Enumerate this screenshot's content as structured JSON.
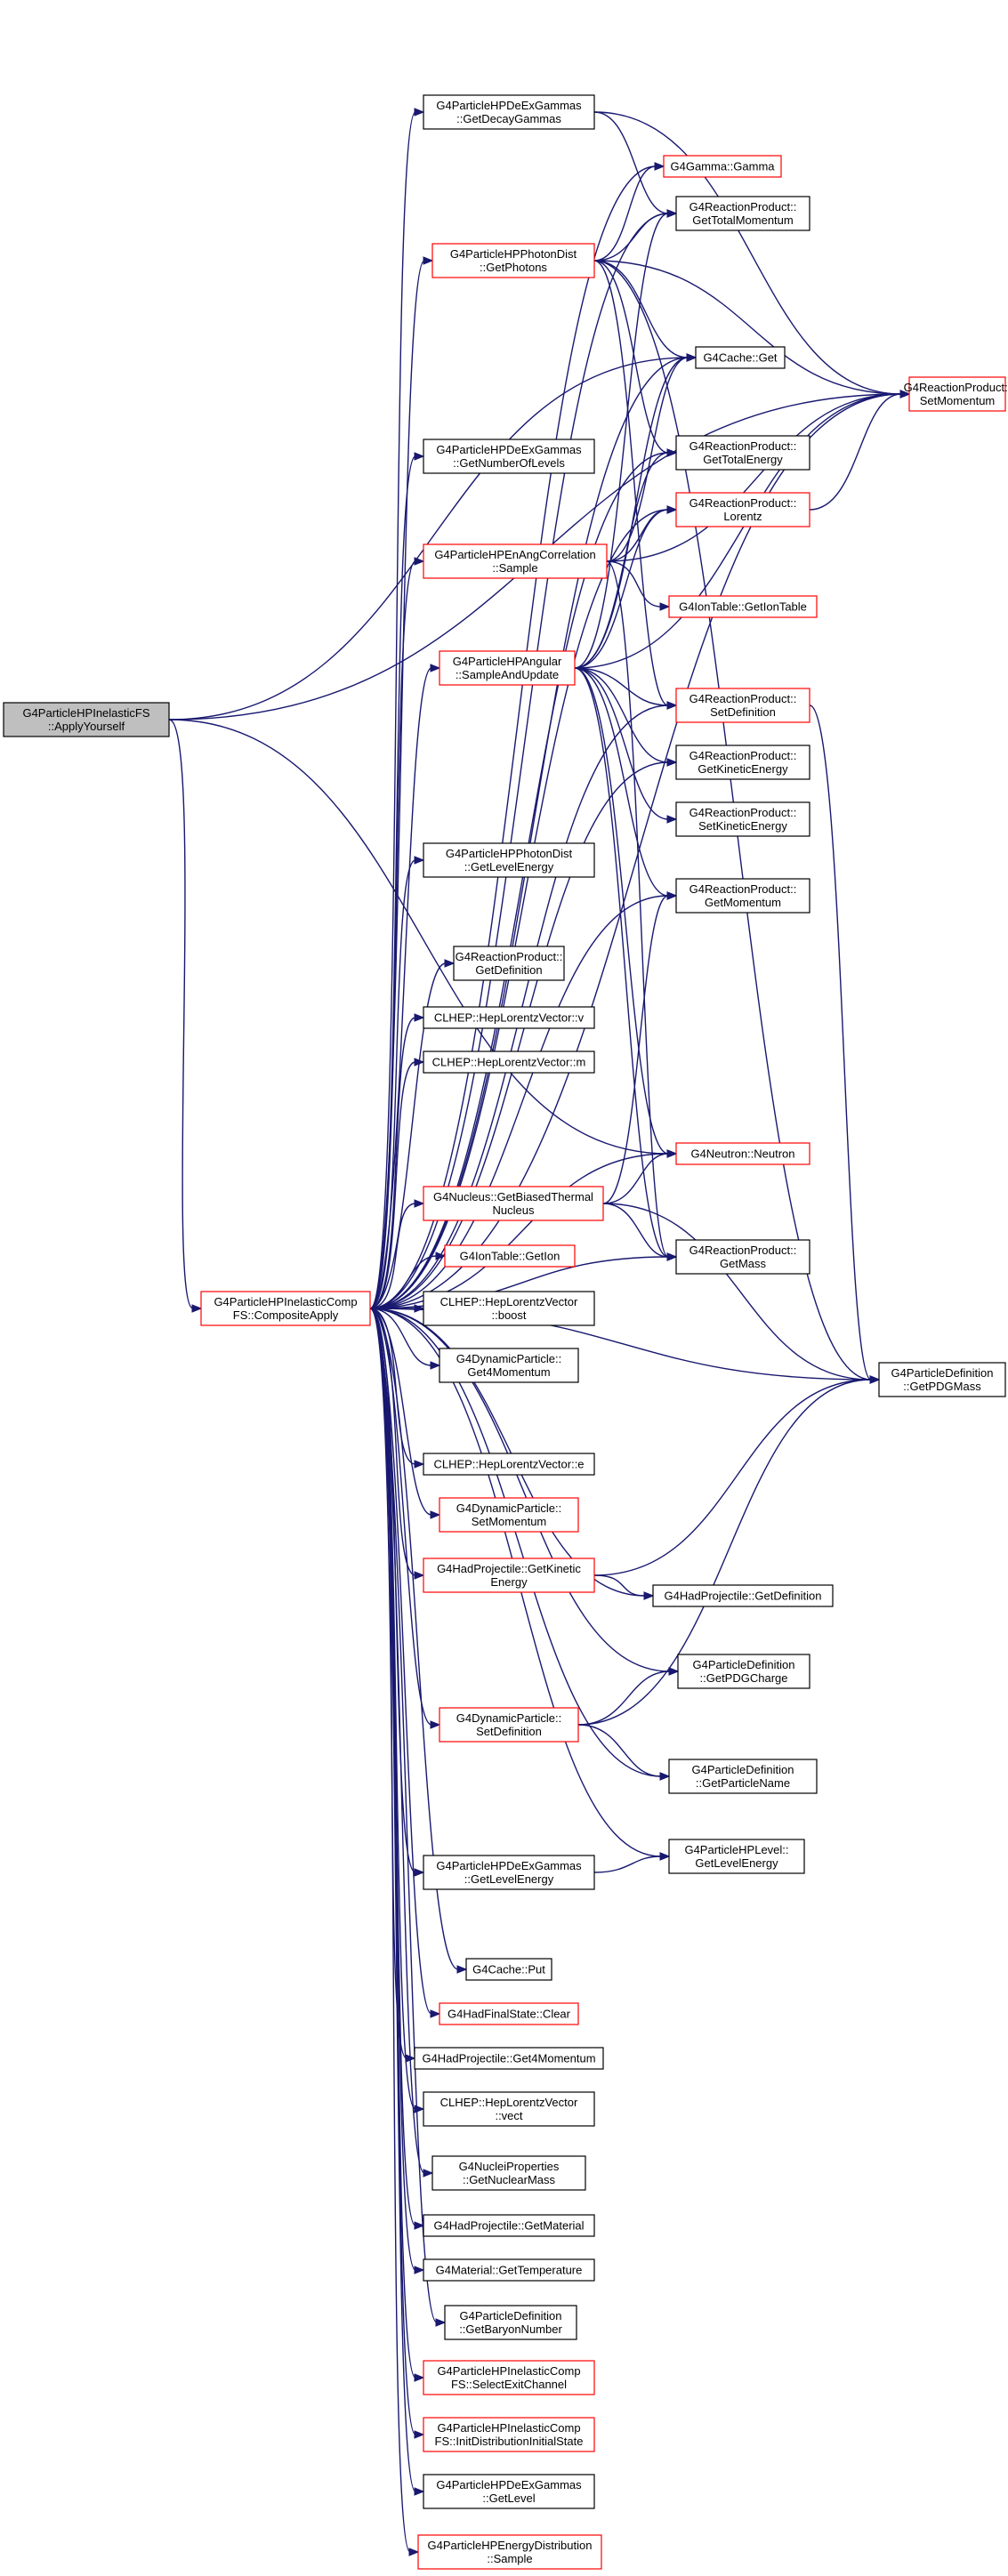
{
  "graph": {
    "nodes": [
      {
        "id": "apply",
        "lines": [
          "G4ParticleHPInelasticFS",
          "::ApplyYourself"
        ],
        "style": "root"
      },
      {
        "id": "composite",
        "lines": [
          "G4ParticleHPInelasticComp",
          "FS::CompositeApply"
        ],
        "style": "red"
      },
      {
        "id": "getDecayGammas",
        "lines": [
          "G4ParticleHPDeExGammas",
          "::GetDecayGammas"
        ],
        "style": "black"
      },
      {
        "id": "gamma",
        "lines": [
          "G4Gamma::Gamma"
        ],
        "style": "red"
      },
      {
        "id": "rpGetTotalMomentum",
        "lines": [
          "G4ReactionProduct::",
          "GetTotalMomentum"
        ],
        "style": "black"
      },
      {
        "id": "photonGetPhotons",
        "lines": [
          "G4ParticleHPPhotonDist",
          "::GetPhotons"
        ],
        "style": "red"
      },
      {
        "id": "rpSetMomentum",
        "lines": [
          "G4ReactionProduct::",
          "SetMomentum"
        ],
        "style": "red"
      },
      {
        "id": "cacheGet",
        "lines": [
          "G4Cache::Get"
        ],
        "style": "black"
      },
      {
        "id": "getNumberOfLevels",
        "lines": [
          "G4ParticleHPDeExGammas",
          "::GetNumberOfLevels"
        ],
        "style": "black"
      },
      {
        "id": "rpGetTotalEnergy",
        "lines": [
          "G4ReactionProduct::",
          "GetTotalEnergy"
        ],
        "style": "black"
      },
      {
        "id": "rpLorentz",
        "lines": [
          "G4ReactionProduct::",
          "Lorentz"
        ],
        "style": "red"
      },
      {
        "id": "enAngSample",
        "lines": [
          "G4ParticleHPEnAngCorrelation",
          "::Sample"
        ],
        "style": "red"
      },
      {
        "id": "ionTableGet",
        "lines": [
          "G4IonTable::GetIonTable"
        ],
        "style": "red"
      },
      {
        "id": "angularSample",
        "lines": [
          "G4ParticleHPAngular",
          "::SampleAndUpdate"
        ],
        "style": "red"
      },
      {
        "id": "rpSetDefinition",
        "lines": [
          "G4ReactionProduct::",
          "SetDefinition"
        ],
        "style": "red"
      },
      {
        "id": "rpGetKineticEnergy",
        "lines": [
          "G4ReactionProduct::",
          "GetKineticEnergy"
        ],
        "style": "black"
      },
      {
        "id": "rpSetKineticEnergy",
        "lines": [
          "G4ReactionProduct::",
          "SetKineticEnergy"
        ],
        "style": "black"
      },
      {
        "id": "photonGetLevelEnergy",
        "lines": [
          "G4ParticleHPPhotonDist",
          "::GetLevelEnergy"
        ],
        "style": "black"
      },
      {
        "id": "rpGetMomentum",
        "lines": [
          "G4ReactionProduct::",
          "GetMomentum"
        ],
        "style": "black"
      },
      {
        "id": "rpGetDefinition",
        "lines": [
          "G4ReactionProduct::",
          "GetDefinition"
        ],
        "style": "black"
      },
      {
        "id": "lvV",
        "lines": [
          "CLHEP::HepLorentzVector::v"
        ],
        "style": "black"
      },
      {
        "id": "lvM",
        "lines": [
          "CLHEP::HepLorentzVector::m"
        ],
        "style": "black"
      },
      {
        "id": "neutron",
        "lines": [
          "G4Neutron::Neutron"
        ],
        "style": "red"
      },
      {
        "id": "nucleusBiased",
        "lines": [
          "G4Nucleus::GetBiasedThermal",
          "Nucleus"
        ],
        "style": "red"
      },
      {
        "id": "rpGetMass",
        "lines": [
          "G4ReactionProduct::",
          "GetMass"
        ],
        "style": "black"
      },
      {
        "id": "ionTableGetIon",
        "lines": [
          "G4IonTable::GetIon"
        ],
        "style": "red"
      },
      {
        "id": "lvBoost",
        "lines": [
          "CLHEP::HepLorentzVector",
          "::boost"
        ],
        "style": "black"
      },
      {
        "id": "dpGet4Momentum",
        "lines": [
          "G4DynamicParticle::",
          "Get4Momentum"
        ],
        "style": "black"
      },
      {
        "id": "pdGetPDGMass",
        "lines": [
          "G4ParticleDefinition",
          "::GetPDGMass"
        ],
        "style": "black"
      },
      {
        "id": "lvE",
        "lines": [
          "CLHEP::HepLorentzVector::e"
        ],
        "style": "black"
      },
      {
        "id": "dpSetMomentum",
        "lines": [
          "G4DynamicParticle::",
          "SetMomentum"
        ],
        "style": "red"
      },
      {
        "id": "hpGetKinetic",
        "lines": [
          "G4HadProjectile::GetKinetic",
          "Energy"
        ],
        "style": "red"
      },
      {
        "id": "hpGetDefinition",
        "lines": [
          "G4HadProjectile::GetDefinition"
        ],
        "style": "black"
      },
      {
        "id": "pdGetPDGCharge",
        "lines": [
          "G4ParticleDefinition",
          "::GetPDGCharge"
        ],
        "style": "black"
      },
      {
        "id": "dpSetDefinition",
        "lines": [
          "G4DynamicParticle::",
          "SetDefinition"
        ],
        "style": "red"
      },
      {
        "id": "pdGetParticleName",
        "lines": [
          "G4ParticleDefinition",
          "::GetParticleName"
        ],
        "style": "black"
      },
      {
        "id": "levelGetLevelEnergy",
        "lines": [
          "G4ParticleHPLevel::",
          "GetLevelEnergy"
        ],
        "style": "black"
      },
      {
        "id": "deexGetLevelEnergy",
        "lines": [
          "G4ParticleHPDeExGammas",
          "::GetLevelEnergy"
        ],
        "style": "black"
      },
      {
        "id": "cachePut",
        "lines": [
          "G4Cache::Put"
        ],
        "style": "black"
      },
      {
        "id": "hfsClear",
        "lines": [
          "G4HadFinalState::Clear"
        ],
        "style": "red"
      },
      {
        "id": "hpGet4Momentum",
        "lines": [
          "G4HadProjectile::Get4Momentum"
        ],
        "style": "black"
      },
      {
        "id": "lvVect",
        "lines": [
          "CLHEP::HepLorentzVector",
          "::vect"
        ],
        "style": "black"
      },
      {
        "id": "nucleiGetNuclearMass",
        "lines": [
          "G4NucleiProperties",
          "::GetNuclearMass"
        ],
        "style": "black"
      },
      {
        "id": "hpGetMaterial",
        "lines": [
          "G4HadProjectile::GetMaterial"
        ],
        "style": "black"
      },
      {
        "id": "matGetTemperature",
        "lines": [
          "G4Material::GetTemperature"
        ],
        "style": "black"
      },
      {
        "id": "pdGetBaryonNumber",
        "lines": [
          "G4ParticleDefinition",
          "::GetBaryonNumber"
        ],
        "style": "black"
      },
      {
        "id": "selectExitChannel",
        "lines": [
          "G4ParticleHPInelasticComp",
          "FS::SelectExitChannel"
        ],
        "style": "red"
      },
      {
        "id": "initDistribution",
        "lines": [
          "G4ParticleHPInelasticComp",
          "FS::InitDistributionInitialState"
        ],
        "style": "red"
      },
      {
        "id": "deexGetLevel",
        "lines": [
          "G4ParticleHPDeExGammas",
          "::GetLevel"
        ],
        "style": "black"
      },
      {
        "id": "energyDistSample",
        "lines": [
          "G4ParticleHPEnergyDistribution",
          "::Sample"
        ],
        "style": "red"
      }
    ],
    "edges": [
      [
        "apply",
        "composite"
      ],
      [
        "apply",
        "rpSetMomentum"
      ],
      [
        "apply",
        "cacheGet"
      ],
      [
        "apply",
        "neutron"
      ],
      [
        "composite",
        "getDecayGammas"
      ],
      [
        "composite",
        "gamma"
      ],
      [
        "composite",
        "rpGetTotalMomentum"
      ],
      [
        "composite",
        "photonGetPhotons"
      ],
      [
        "composite",
        "rpSetMomentum"
      ],
      [
        "composite",
        "cacheGet"
      ],
      [
        "composite",
        "getNumberOfLevels"
      ],
      [
        "composite",
        "rpGetTotalEnergy"
      ],
      [
        "composite",
        "rpLorentz"
      ],
      [
        "composite",
        "enAngSample"
      ],
      [
        "composite",
        "angularSample"
      ],
      [
        "composite",
        "rpSetDefinition"
      ],
      [
        "composite",
        "rpGetKineticEnergy"
      ],
      [
        "composite",
        "photonGetLevelEnergy"
      ],
      [
        "composite",
        "rpGetMomentum"
      ],
      [
        "composite",
        "rpGetDefinition"
      ],
      [
        "composite",
        "lvV"
      ],
      [
        "composite",
        "lvM"
      ],
      [
        "composite",
        "neutron"
      ],
      [
        "composite",
        "nucleusBiased"
      ],
      [
        "composite",
        "rpGetMass"
      ],
      [
        "composite",
        "ionTableGetIon"
      ],
      [
        "composite",
        "lvBoost"
      ],
      [
        "composite",
        "dpGet4Momentum"
      ],
      [
        "composite",
        "pdGetPDGMass"
      ],
      [
        "composite",
        "lvE"
      ],
      [
        "composite",
        "dpSetMomentum"
      ],
      [
        "composite",
        "hpGetKinetic"
      ],
      [
        "composite",
        "hpGetDefinition"
      ],
      [
        "composite",
        "pdGetPDGCharge"
      ],
      [
        "composite",
        "dpSetDefinition"
      ],
      [
        "composite",
        "pdGetParticleName"
      ],
      [
        "composite",
        "levelGetLevelEnergy"
      ],
      [
        "composite",
        "deexGetLevelEnergy"
      ],
      [
        "composite",
        "cachePut"
      ],
      [
        "composite",
        "hfsClear"
      ],
      [
        "composite",
        "hpGet4Momentum"
      ],
      [
        "composite",
        "lvVect"
      ],
      [
        "composite",
        "nucleiGetNuclearMass"
      ],
      [
        "composite",
        "hpGetMaterial"
      ],
      [
        "composite",
        "matGetTemperature"
      ],
      [
        "composite",
        "pdGetBaryonNumber"
      ],
      [
        "composite",
        "selectExitChannel"
      ],
      [
        "composite",
        "initDistribution"
      ],
      [
        "composite",
        "deexGetLevel"
      ],
      [
        "composite",
        "energyDistSample"
      ],
      [
        "getDecayGammas",
        "rpSetMomentum"
      ],
      [
        "getDecayGammas",
        "rpGetTotalMomentum"
      ],
      [
        "photonGetPhotons",
        "gamma"
      ],
      [
        "photonGetPhotons",
        "rpGetTotalMomentum"
      ],
      [
        "photonGetPhotons",
        "rpSetMomentum"
      ],
      [
        "photonGetPhotons",
        "cacheGet"
      ],
      [
        "photonGetPhotons",
        "rpGetTotalEnergy"
      ],
      [
        "photonGetPhotons",
        "rpSetDefinition"
      ],
      [
        "photonGetPhotons",
        "pdGetPDGMass"
      ],
      [
        "enAngSample",
        "cacheGet"
      ],
      [
        "enAngSample",
        "rpLorentz"
      ],
      [
        "enAngSample",
        "rpSetMomentum"
      ],
      [
        "enAngSample",
        "ionTableGet"
      ],
      [
        "enAngSample",
        "rpGetMass"
      ],
      [
        "angularSample",
        "rpGetTotalMomentum"
      ],
      [
        "angularSample",
        "cacheGet"
      ],
      [
        "angularSample",
        "rpGetTotalEnergy"
      ],
      [
        "angularSample",
        "rpLorentz"
      ],
      [
        "angularSample",
        "rpSetMomentum"
      ],
      [
        "angularSample",
        "rpSetDefinition"
      ],
      [
        "angularSample",
        "rpGetKineticEnergy"
      ],
      [
        "angularSample",
        "rpSetKineticEnergy"
      ],
      [
        "angularSample",
        "rpGetMomentum"
      ],
      [
        "angularSample",
        "neutron"
      ],
      [
        "angularSample",
        "rpGetMass"
      ],
      [
        "rpLorentz",
        "rpSetMomentum"
      ],
      [
        "rpSetDefinition",
        "pdGetPDGMass"
      ],
      [
        "nucleusBiased",
        "neutron"
      ],
      [
        "nucleusBiased",
        "rpGetMomentum"
      ],
      [
        "nucleusBiased",
        "rpGetMass"
      ],
      [
        "nucleusBiased",
        "pdGetPDGMass"
      ],
      [
        "hpGetKinetic",
        "hpGetDefinition"
      ],
      [
        "hpGetKinetic",
        "pdGetPDGMass"
      ],
      [
        "dpSetDefinition",
        "pdGetPDGCharge"
      ],
      [
        "dpSetDefinition",
        "pdGetPDGMass"
      ],
      [
        "dpSetDefinition",
        "pdGetParticleName"
      ],
      [
        "deexGetLevelEnergy",
        "levelGetLevelEnergy"
      ]
    ]
  }
}
